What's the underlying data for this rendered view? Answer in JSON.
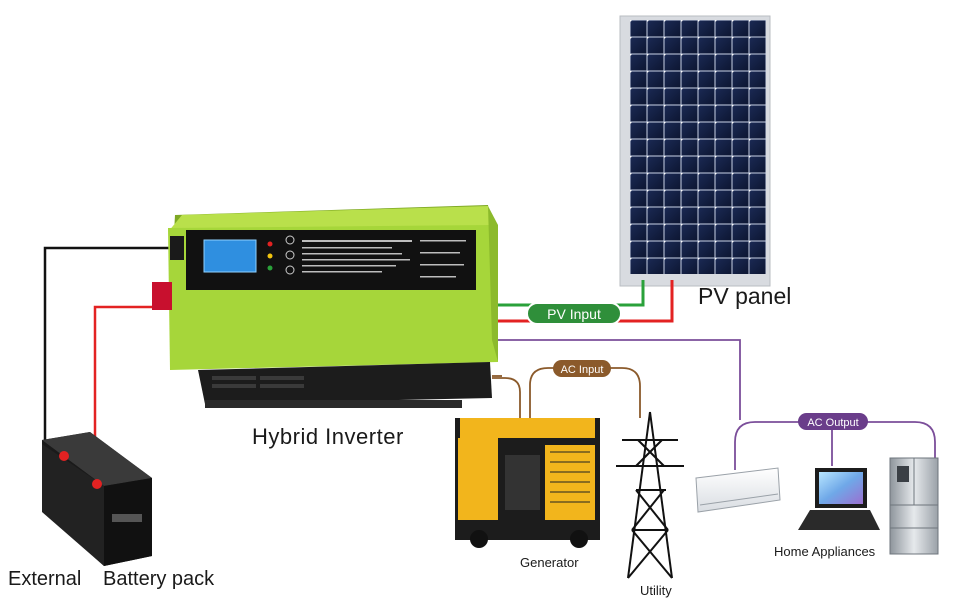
{
  "labels": {
    "pv_panel": "PV panel",
    "hybrid_inverter": "Hybrid Inverter",
    "external": "External",
    "battery_pack": "Battery pack",
    "generator": "Generator",
    "utility": "Utility",
    "home_appliances": "Home Appliances"
  },
  "connections": {
    "pv_input": "PV Input",
    "ac_input": "AC Input",
    "ac_output": "AC Output"
  },
  "colors": {
    "inverter_body": "#a6d63a",
    "pv_input_pill": "#2f8f3a",
    "ac_input_pill": "#8b5a2b",
    "ac_output_pill": "#6a3d8a",
    "battery_positive": "#e32222",
    "battery_negative": "#111111",
    "pv_positive": "#e32222",
    "pv_negative": "#2aa13a"
  }
}
